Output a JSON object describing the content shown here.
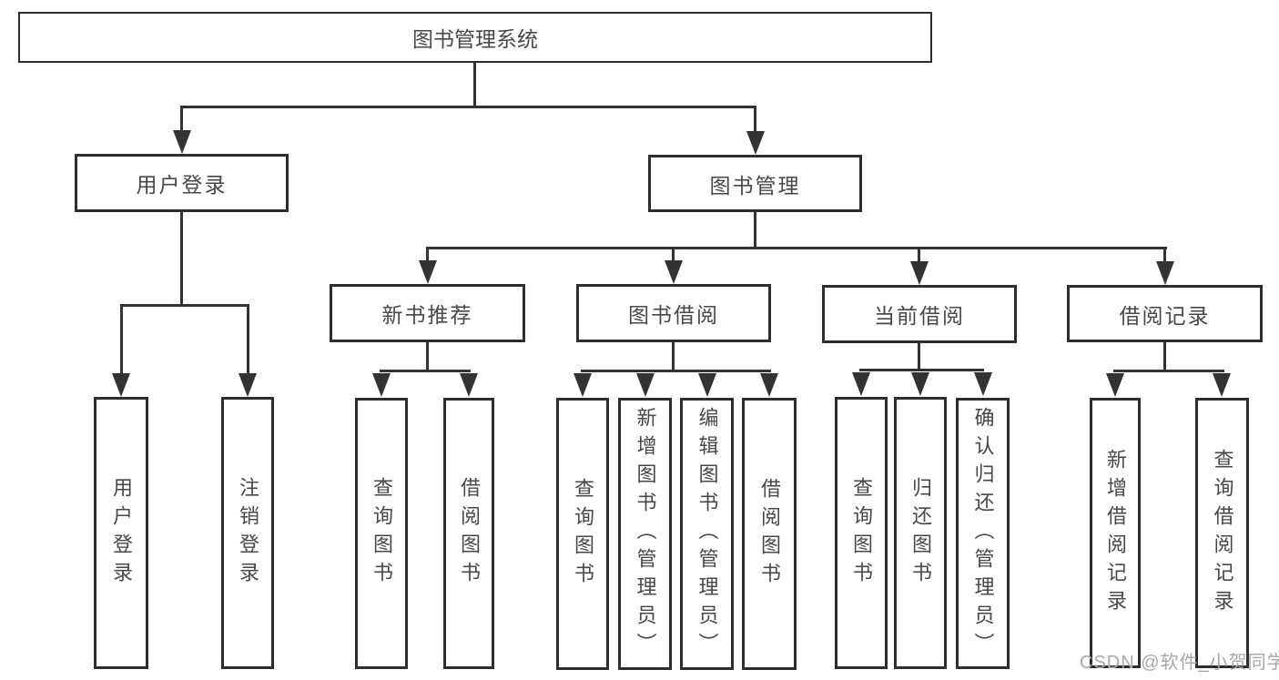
{
  "tree": {
    "root": {
      "label": "图书管理系统",
      "children": [
        {
          "label": "用户登录",
          "children": [
            {
              "label": "用户登录"
            },
            {
              "label": "注销登录"
            }
          ]
        },
        {
          "label": "图书管理",
          "children": [
            {
              "label": "新书推荐",
              "children": [
                {
                  "label": "查询图书"
                },
                {
                  "label": "借阅图书"
                }
              ]
            },
            {
              "label": "图书借阅",
              "children": [
                {
                  "label": "查询图书"
                },
                {
                  "label": "新增图书（管理员）"
                },
                {
                  "label": "编辑图书（管理员）"
                },
                {
                  "label": "借阅图书"
                }
              ]
            },
            {
              "label": "当前借阅",
              "children": [
                {
                  "label": "查询图书"
                },
                {
                  "label": "归还图书"
                },
                {
                  "label": "确认归还（管理员）"
                }
              ]
            },
            {
              "label": "借阅记录",
              "children": [
                {
                  "label": "新增借阅记录"
                },
                {
                  "label": "查询借阅记录"
                }
              ]
            }
          ]
        }
      ]
    }
  },
  "watermark": {
    "text": "CSDN @软件_小贺同学"
  },
  "colors": {
    "border": "#2e2e2e",
    "line": "#333333",
    "text": "#484848",
    "watermark": "#a8a8a8",
    "background": "#ffffff"
  }
}
